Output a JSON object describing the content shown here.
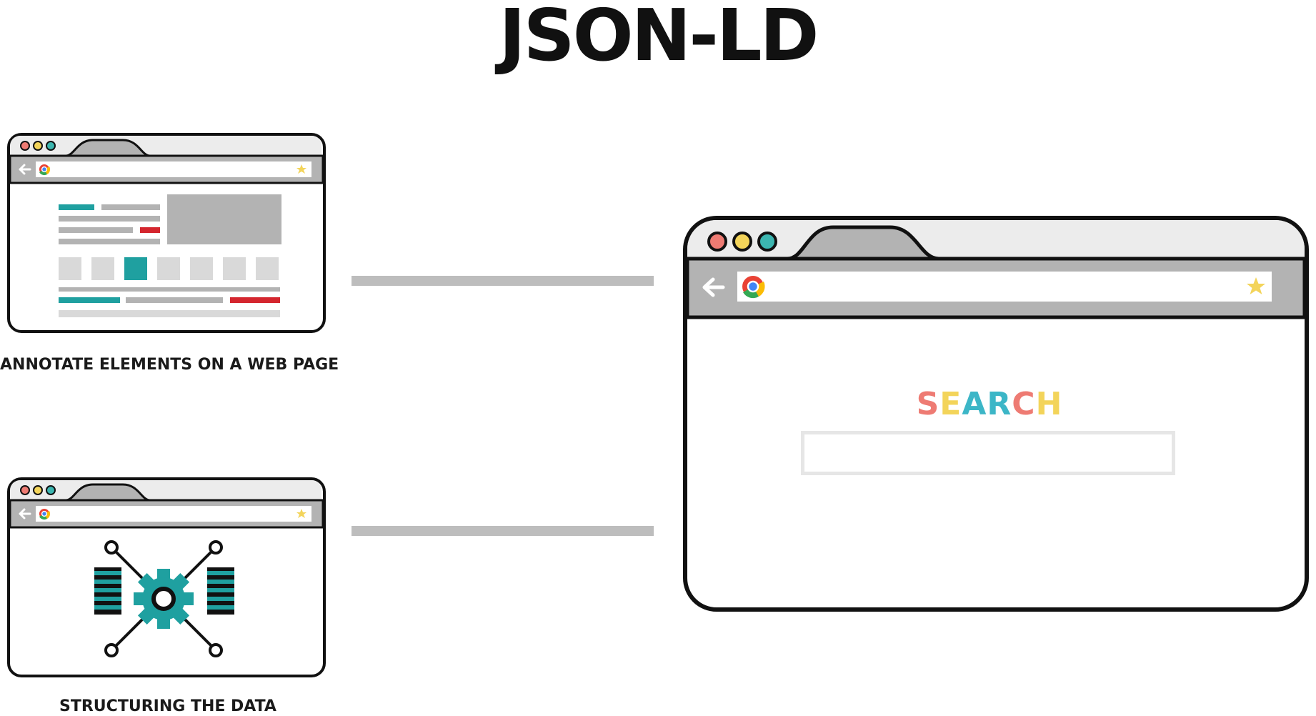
{
  "title": "JSON-LD",
  "captions": {
    "annotate": "ANNOTATE ELEMENTS ON A WEB PAGE",
    "structure": "STRUCTURING THE DATA"
  },
  "search": {
    "letters": [
      {
        "char": "S",
        "color": "#ee7b73"
      },
      {
        "char": "E",
        "color": "#f3d45a"
      },
      {
        "char": "A",
        "color": "#3cb6c7"
      },
      {
        "char": "R",
        "color": "#3cb6c7"
      },
      {
        "char": "C",
        "color": "#ee7b73"
      },
      {
        "char": "H",
        "color": "#f3d45a"
      }
    ],
    "value": "",
    "placeholder": ""
  },
  "colors": {
    "outline": "#111111",
    "chrome_gray": "#b3b3b3",
    "tab_strip": "#ececec",
    "teal": "#1fa0a0",
    "red": "#d4262e",
    "dot_red": "#ee7b73",
    "dot_yellow": "#f3d45a",
    "dot_teal": "#3cb6b0",
    "star": "#f3d45a"
  },
  "icons": [
    "back-arrow-icon",
    "chrome-icon",
    "star-icon",
    "gear-icon",
    "data-stack-icon"
  ]
}
